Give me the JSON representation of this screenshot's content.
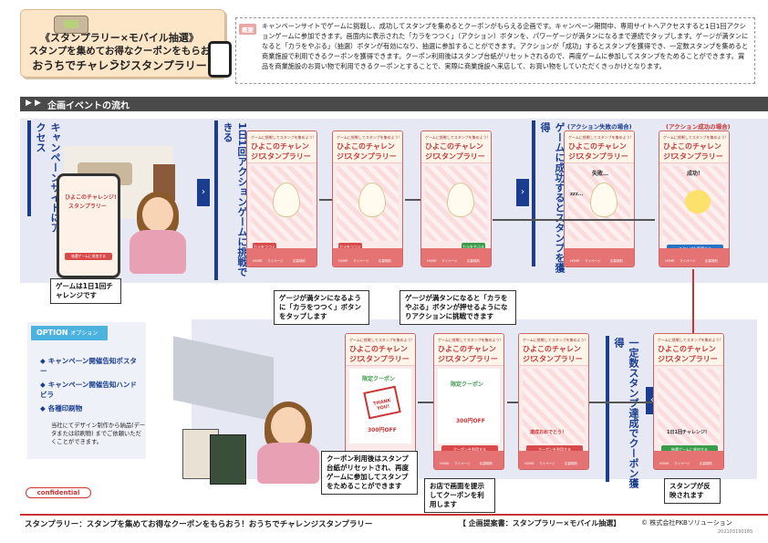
{
  "header": {
    "title_line1": "《スタンプラリー×モバイル抽選》",
    "title_line2": "スタンプを集めてお得なクーポンをもらおう！",
    "title_line3": "おうちでチャレンジスタンプラリー",
    "summary_tag": "概要",
    "summary_text": "キャンペーンサイトでゲームに挑戦し、成功してスタンプを集めるとクーポンがもらえる企画です。キャンペーン期間中、専用サイトへアクセスすると1日1回アクションゲームに参加できます。画面内に表示された「カラをつつく」（アクション）ボタンを、パワーゲージが満タンになるまで連続でタップします。ゲージが満タンになると「カラをやぶる」（抽選）ボタンが有効になり、抽選に参加することができます。アクションが「成功」するとスタンプを獲得でき、一定数スタンプを集めると商業施設で利用できるクーポンを獲得できます。クーポン利用後はスタンプ台紙がリセットされるので、再度ゲームに参加してスタンプをためることができます。賞品を商業施設のお買い物で利用できるクーポンとすることで、実際に商業施設へ来店して、お買い物をしていただくきっかけとなります。"
  },
  "section": {
    "title": "企画イベントの流れ"
  },
  "steps": {
    "step1": "キャンペーンサイトにアクセス",
    "step2": "1日1回アクションゲームに挑戦できる",
    "step3": "ゲームに成功するとスタンプを獲得",
    "step4": "一定数スタンプ達成でクーポン獲得"
  },
  "phones": {
    "small_text": "ゲームに挑戦してスタンプを集めよう!",
    "title1": "ひよこのチャレンジ!",
    "title2": "スタンプラリー",
    "title_coupon": "限定クーポン",
    "fail_label": "(アクション失敗の場合)",
    "success_label": "(アクション成功の場合)",
    "fail_text": "失敗…",
    "success_text": "成功！",
    "zzz": "zzz...",
    "btn_tsutsuku": "カラをつつく",
    "btn_yaburu": "カラをやぶる",
    "btn_get_stamp": "スタンプを獲得する",
    "btn_game": "抽選ゲームに参加する",
    "btn_coupon": "クーポンを利用する",
    "achieve": "達成おめでとう！",
    "challenge": "1日1回チャレンジ！",
    "thank_you": "THANK YOU!",
    "coupon_value": "300円OFF",
    "nav_home": "HOME",
    "nav_mypage": "マイページ",
    "nav_rules": "応募規約"
  },
  "callouts": {
    "daily": "ゲームは1日1回チャレンジです",
    "tap": "ゲージが満タンになるように「カラをつつく」ボタンをタップします",
    "yaburu": "ゲージが満タンになると「カラをやぶる」ボタンが押せるようになりアクションに挑戦できます",
    "reset": "クーポン利用後はスタンプ台紙がリセットされ、再度ゲームに参加してスタンプをためることができます",
    "store": "お店で画面を提示してクーポンを利用します",
    "stamp_reflect": "スタンプが反映されます"
  },
  "option": {
    "tag": "OPTION",
    "tag_sub": "オプション",
    "items": [
      "キャンペーン開催告知ポスター",
      "キャンペーン開催告知ハンドビラ",
      "各種印刷物"
    ],
    "note": "当社にてデザイン制作から納品(データまたは印刷物) までご依頼いただくことができます。"
  },
  "footer": {
    "confidential": "confidential",
    "left": "スタンプラリー：スタンプを集めてお得なクーポンをもらおう！おうちでチャレンジスタンプラリー",
    "mid": "【 企画提案書：スタンプラリー×モバイル抽選】",
    "right": "© 株式会社PKBソリューション",
    "code": "20210319018S"
  },
  "colors": {
    "accent": "#1a3d8f",
    "red": "#c33",
    "pink": "#e57373",
    "band": "#e6e8f3"
  }
}
